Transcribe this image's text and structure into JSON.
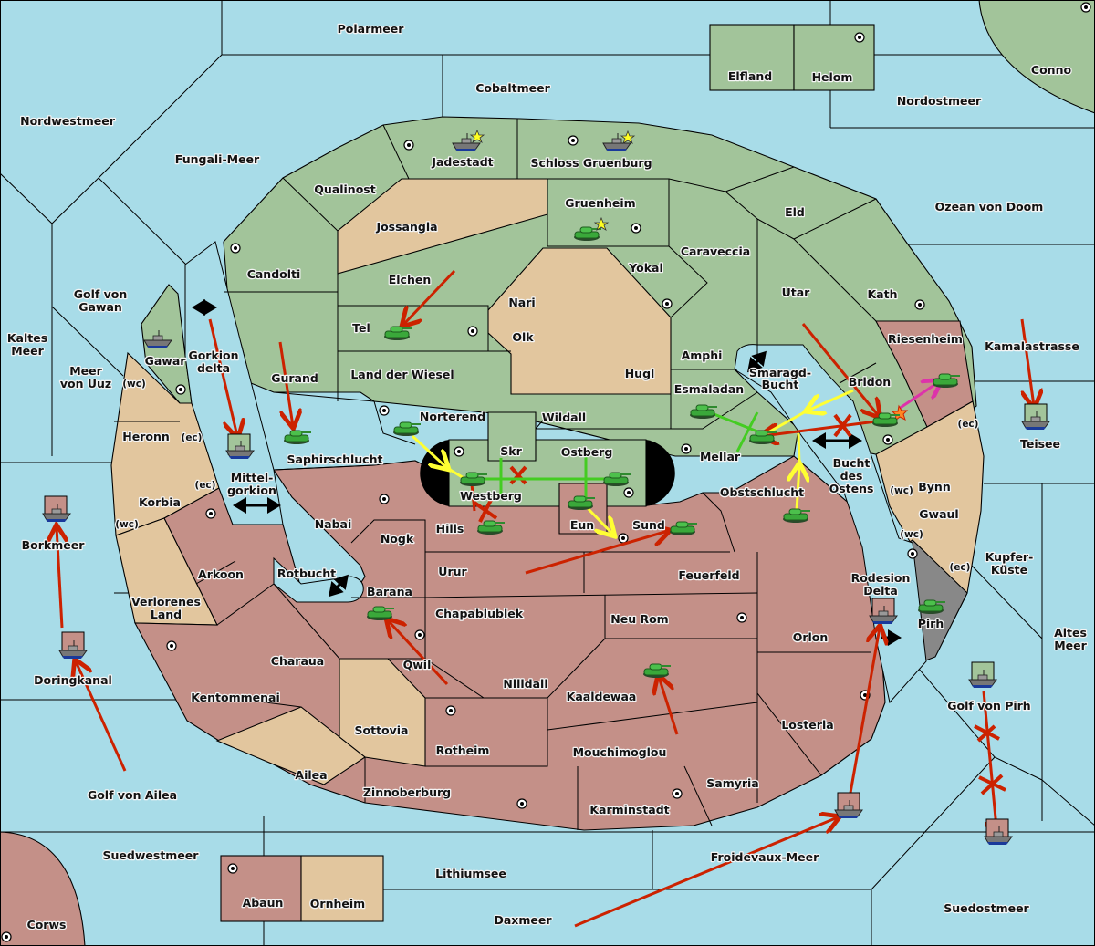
{
  "map": {
    "title": "Diplomacy map",
    "colors": {
      "sea": "#a8dce8",
      "green_power": "#a2c49a",
      "red_power": "#c49088",
      "neutral": "#e2c69e",
      "gray_power": "#888888",
      "order_move": "#cc2200",
      "order_support": "#ffff33",
      "order_convoy": "#44cc22",
      "order_retreat": "#dd33aa"
    },
    "sea_labels": [
      {
        "id": "polarmeer",
        "text": "Polarmeer"
      },
      {
        "id": "cobaltmeer",
        "text": "Cobaltmeer"
      },
      {
        "id": "nordwestmeer",
        "text": "Nordwestmeer"
      },
      {
        "id": "fungali",
        "text": "Fungali-Meer"
      },
      {
        "id": "nordostmeer",
        "text": "Nordostmeer"
      },
      {
        "id": "ozean",
        "text": "Ozean von Doom"
      },
      {
        "id": "golfgawan1",
        "text": "Golf von"
      },
      {
        "id": "golfgawan2",
        "text": "Gawan"
      },
      {
        "id": "kaltes1",
        "text": "Kaltes"
      },
      {
        "id": "kaltes2",
        "text": "Meer"
      },
      {
        "id": "uuz1",
        "text": "Meer"
      },
      {
        "id": "uuz2",
        "text": "von Uuz"
      },
      {
        "id": "gorkion1",
        "text": "Gorkion"
      },
      {
        "id": "gorkion2",
        "text": "delta"
      },
      {
        "id": "mittel1",
        "text": "Mittel-"
      },
      {
        "id": "mittel2",
        "text": "gorkion"
      },
      {
        "id": "borkmeer",
        "text": "Borkmeer"
      },
      {
        "id": "doringkanal",
        "text": "Doringkanal"
      },
      {
        "id": "golfailea",
        "text": "Golf von Ailea"
      },
      {
        "id": "rotbucht",
        "text": "Rotbucht"
      },
      {
        "id": "smaragd1",
        "text": "Smaragd-"
      },
      {
        "id": "smaragd2",
        "text": "Bucht"
      },
      {
        "id": "bucht1",
        "text": "Bucht"
      },
      {
        "id": "bucht2",
        "text": "des"
      },
      {
        "id": "bucht3",
        "text": "Ostens"
      },
      {
        "id": "kamala",
        "text": "Kamalastrasse"
      },
      {
        "id": "teisee",
        "text": "Teisee"
      },
      {
        "id": "kupfer1",
        "text": "Kupfer-"
      },
      {
        "id": "kupfer2",
        "text": "Küste"
      },
      {
        "id": "altes1",
        "text": "Altes"
      },
      {
        "id": "altes2",
        "text": "Meer"
      },
      {
        "id": "rodesion1",
        "text": "Rodesion"
      },
      {
        "id": "rodesion2",
        "text": "Delta"
      },
      {
        "id": "golfpirh",
        "text": "Golf von Pirh"
      },
      {
        "id": "suedwestmeer",
        "text": "Suedwestmeer"
      },
      {
        "id": "lithiumsee",
        "text": "Lithiumsee"
      },
      {
        "id": "daxmeer",
        "text": "Daxmeer"
      },
      {
        "id": "froidevaux",
        "text": "Froidevaux-Meer"
      },
      {
        "id": "suedostmeer",
        "text": "Suedostmeer"
      }
    ],
    "land_labels": [
      {
        "id": "elfland",
        "text": "Elfland"
      },
      {
        "id": "helom",
        "text": "Helom"
      },
      {
        "id": "conno",
        "text": "Conno"
      },
      {
        "id": "jadestadt",
        "text": "Jadestadt"
      },
      {
        "id": "schloss",
        "text": "Schloss Gruenburg"
      },
      {
        "id": "qualinost",
        "text": "Qualinost"
      },
      {
        "id": "jossangia",
        "text": "Jossangia"
      },
      {
        "id": "gruenheim",
        "text": "Gruenheim"
      },
      {
        "id": "eld",
        "text": "Eld"
      },
      {
        "id": "caraveccia",
        "text": "Caraveccia"
      },
      {
        "id": "candolti",
        "text": "Candolti"
      },
      {
        "id": "elchen",
        "text": "Elchen"
      },
      {
        "id": "yokai",
        "text": "Yokai"
      },
      {
        "id": "nari",
        "text": "Nari"
      },
      {
        "id": "olk",
        "text": "Olk"
      },
      {
        "id": "utar",
        "text": "Utar"
      },
      {
        "id": "kath",
        "text": "Kath"
      },
      {
        "id": "tel",
        "text": "Tel"
      },
      {
        "id": "gawar",
        "text": "Gawar"
      },
      {
        "id": "amphi",
        "text": "Amphi"
      },
      {
        "id": "riesenheim",
        "text": "Riesenheim"
      },
      {
        "id": "gurand",
        "text": "Gurand"
      },
      {
        "id": "landwiesel",
        "text": "Land der Wiesel"
      },
      {
        "id": "hugl",
        "text": "Hugl"
      },
      {
        "id": "bridon",
        "text": "Bridon"
      },
      {
        "id": "esmaladan",
        "text": "Esmaladan"
      },
      {
        "id": "norterend",
        "text": "Norterend"
      },
      {
        "id": "wildall",
        "text": "Wildall"
      },
      {
        "id": "heronn",
        "text": "Heronn"
      },
      {
        "id": "skr",
        "text": "Skr"
      },
      {
        "id": "ostberg",
        "text": "Ostberg"
      },
      {
        "id": "mellar",
        "text": "Mellar"
      },
      {
        "id": "saphir",
        "text": "Saphirschlucht"
      },
      {
        "id": "westberg",
        "text": "Westberg"
      },
      {
        "id": "bynn",
        "text": "Bynn"
      },
      {
        "id": "obst",
        "text": "Obstschlucht"
      },
      {
        "id": "korbia",
        "text": "Korbia"
      },
      {
        "id": "nabai",
        "text": "Nabai"
      },
      {
        "id": "hills",
        "text": "Hills"
      },
      {
        "id": "eun",
        "text": "Eun"
      },
      {
        "id": "sund",
        "text": "Sund"
      },
      {
        "id": "gwaul",
        "text": "Gwaul"
      },
      {
        "id": "nogk",
        "text": "Nogk"
      },
      {
        "id": "urur",
        "text": "Urur"
      },
      {
        "id": "feuerfeld",
        "text": "Feuerfeld"
      },
      {
        "id": "arkoon",
        "text": "Arkoon"
      },
      {
        "id": "barana",
        "text": "Barana"
      },
      {
        "id": "verlorenes1",
        "text": "Verlorenes"
      },
      {
        "id": "verlorenes2",
        "text": "Land"
      },
      {
        "id": "chapa",
        "text": "Chapablublek"
      },
      {
        "id": "neurom",
        "text": "Neu Rom"
      },
      {
        "id": "pirh",
        "text": "Pirh"
      },
      {
        "id": "orlon",
        "text": "Orlon"
      },
      {
        "id": "charaua",
        "text": "Charaua"
      },
      {
        "id": "qwil",
        "text": "Qwil"
      },
      {
        "id": "nilldall",
        "text": "Nilldall"
      },
      {
        "id": "kaaldewaa",
        "text": "Kaaldewaa"
      },
      {
        "id": "kentommenai",
        "text": "Kentommenai"
      },
      {
        "id": "losteria",
        "text": "Losteria"
      },
      {
        "id": "sottovia",
        "text": "Sottovia"
      },
      {
        "id": "rotheim",
        "text": "Rotheim"
      },
      {
        "id": "mouchi",
        "text": "Mouchimoglou"
      },
      {
        "id": "ailea",
        "text": "Ailea"
      },
      {
        "id": "samyria",
        "text": "Samyria"
      },
      {
        "id": "zinnoberburg",
        "text": "Zinnoberburg"
      },
      {
        "id": "karminstadt",
        "text": "Karminstadt"
      },
      {
        "id": "abaun",
        "text": "Abaun"
      },
      {
        "id": "ornheim",
        "text": "Ornheim"
      },
      {
        "id": "corws",
        "text": "Corws"
      }
    ],
    "coast_labels": [
      {
        "id": "gawar_wc",
        "text": "(wc)"
      },
      {
        "id": "heronn_ec",
        "text": "(ec)"
      },
      {
        "id": "korbia_ec",
        "text": "(ec)"
      },
      {
        "id": "korbia_wc",
        "text": "(wc)"
      },
      {
        "id": "riesen_ec",
        "text": "(ec)"
      },
      {
        "id": "bynn_wc",
        "text": "(wc)"
      },
      {
        "id": "gwaul_wc",
        "text": "(wc)"
      },
      {
        "id": "gwaul_ec",
        "text": "(ec)"
      }
    ],
    "units": [
      {
        "type": "fleet",
        "at": "Jadestadt",
        "star": true
      },
      {
        "type": "fleet",
        "at": "Schloss Gruenburg",
        "star": true
      },
      {
        "type": "army",
        "at": "Gruenheim",
        "star": true
      },
      {
        "type": "army",
        "at": "Tel"
      },
      {
        "type": "fleet",
        "at": "Gawar"
      },
      {
        "type": "army",
        "at": "Saphirschlucht"
      },
      {
        "type": "army",
        "at": "Norterend"
      },
      {
        "type": "army",
        "at": "Westberg"
      },
      {
        "type": "army",
        "at": "Hills"
      },
      {
        "type": "army",
        "at": "Ostberg"
      },
      {
        "type": "army",
        "at": "Eun"
      },
      {
        "type": "army",
        "at": "Sund"
      },
      {
        "type": "army",
        "at": "Esmaladan"
      },
      {
        "type": "army",
        "at": "Mellar"
      },
      {
        "type": "army",
        "at": "Obstschlucht"
      },
      {
        "type": "army",
        "at": "Bridon",
        "dislodged": true
      },
      {
        "type": "army",
        "at": "Riesenheim"
      },
      {
        "type": "army",
        "at": "Barana"
      },
      {
        "type": "army",
        "at": "Kaaldewaa"
      },
      {
        "type": "army",
        "at": "Pirh"
      },
      {
        "type": "fleet",
        "at": "Gorkion delta",
        "owner": "green"
      },
      {
        "type": "fleet",
        "at": "Teisee",
        "owner": "green"
      },
      {
        "type": "fleet",
        "at": "Borkmeer",
        "owner": "red"
      },
      {
        "type": "fleet",
        "at": "Doringkanal",
        "owner": "red"
      },
      {
        "type": "fleet",
        "at": "Rodesion Delta",
        "owner": "red"
      },
      {
        "type": "fleet",
        "at": "Froidevaux-Meer",
        "owner": "red"
      },
      {
        "type": "fleet",
        "at": "Golf von Pirh",
        "owner": "green"
      },
      {
        "type": "fleet",
        "at": "Suedostmeer",
        "owner": "red"
      }
    ]
  }
}
